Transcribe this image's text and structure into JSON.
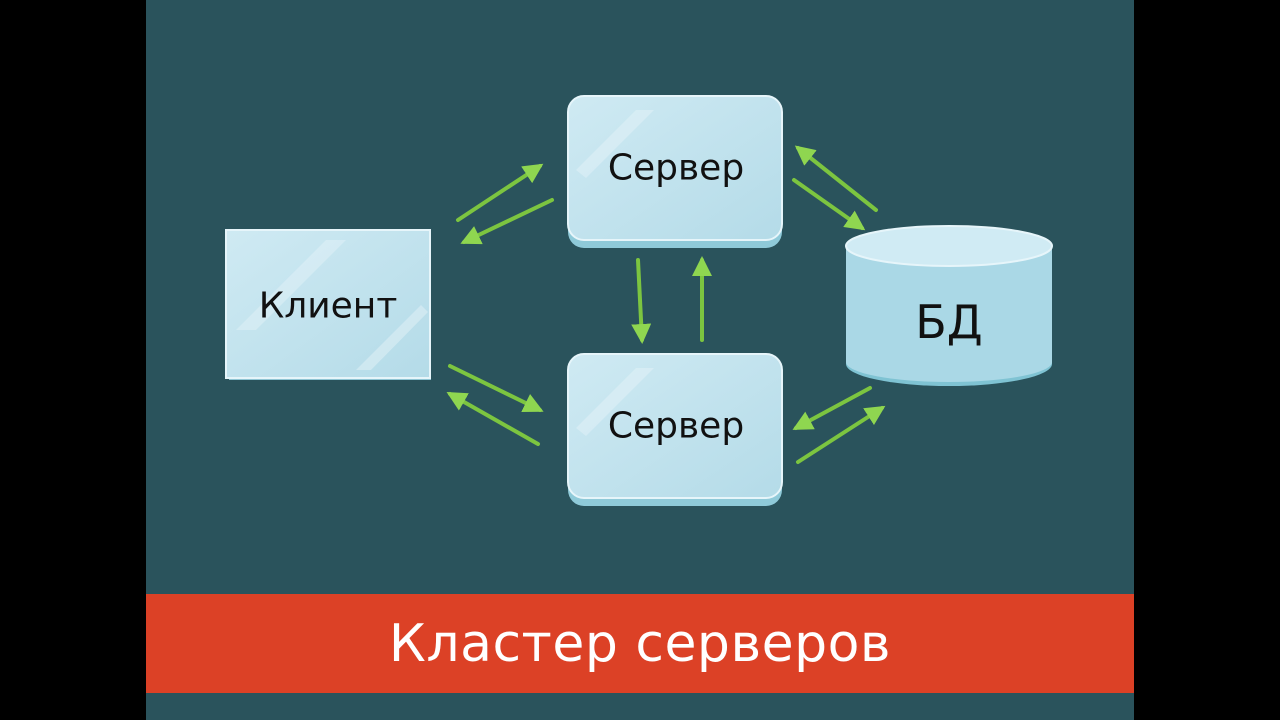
{
  "diagram": {
    "nodes": {
      "client": {
        "label": "Клиент"
      },
      "server_top": {
        "label": "Сервер"
      },
      "server_bottom": {
        "label": "Сервер"
      },
      "database": {
        "label": "БД"
      }
    },
    "edges": [
      {
        "from": "client",
        "to": "server_top"
      },
      {
        "from": "server_top",
        "to": "client"
      },
      {
        "from": "client",
        "to": "server_bottom"
      },
      {
        "from": "server_bottom",
        "to": "client"
      },
      {
        "from": "server_top",
        "to": "server_bottom"
      },
      {
        "from": "server_bottom",
        "to": "server_top"
      },
      {
        "from": "server_top",
        "to": "database"
      },
      {
        "from": "database",
        "to": "server_top"
      },
      {
        "from": "server_bottom",
        "to": "database"
      },
      {
        "from": "database",
        "to": "server_bottom"
      }
    ]
  },
  "banner": {
    "title": "Кластер серверов"
  },
  "colors": {
    "background": "#2a535c",
    "banner": "#dc4126",
    "box_fill": "#bfe2ee",
    "box_shadow": "#8fcad9",
    "arrow": "#7cc540"
  }
}
